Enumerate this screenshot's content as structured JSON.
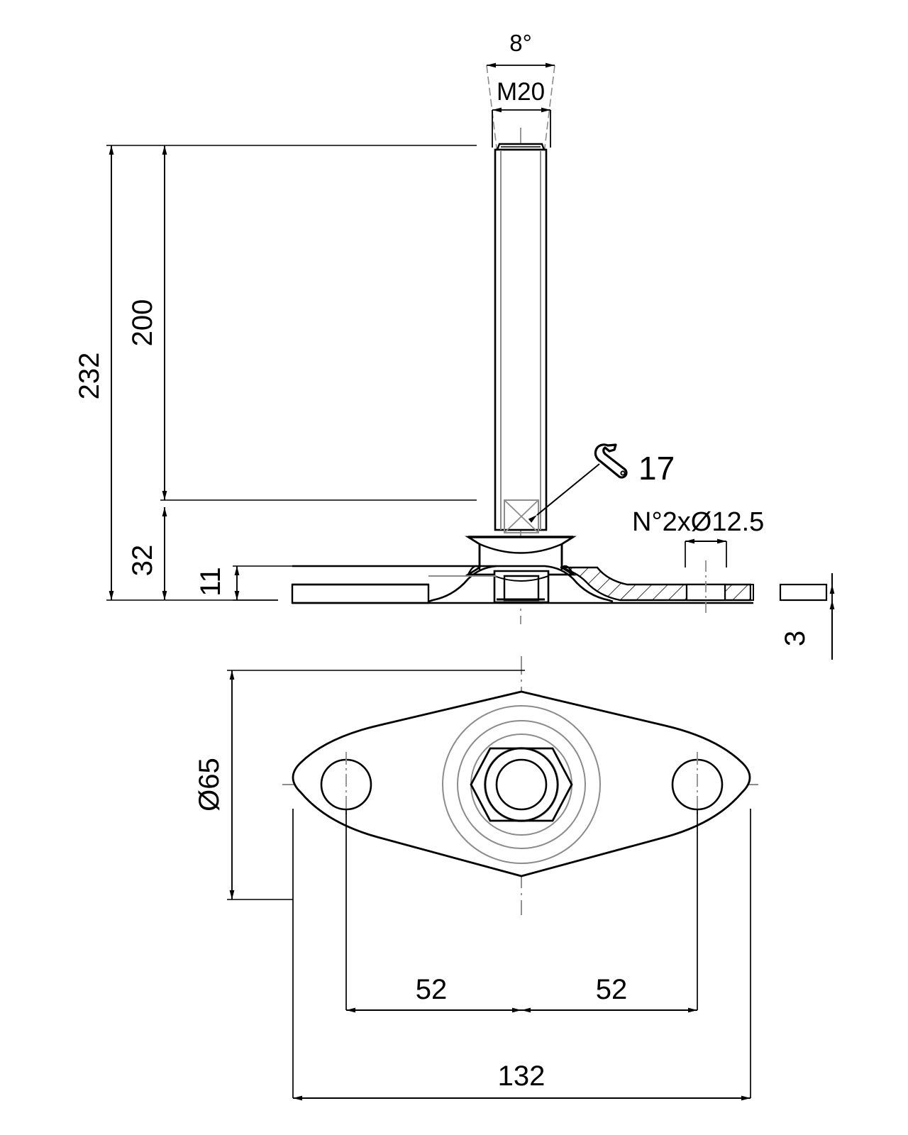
{
  "drawing": {
    "title": "Leveling foot / machine mount - technical drawing",
    "type": "mechanical-engineering-drawing",
    "views": [
      {
        "name": "front-elevation-section",
        "description": "Front sectional elevation of threaded leveling foot with hex nut and base plate"
      },
      {
        "name": "plan-view",
        "description": "Top plan view of lozenge shaped base plate with two mounting holes"
      }
    ]
  },
  "colors": {
    "outline": "#000000",
    "centerline": "#8c8c8c",
    "hidden": "#8c8c8c",
    "background": "#ffffff"
  },
  "dimensions": {
    "angle_taper": "8°",
    "thread": "M20",
    "overall_height": "232",
    "stud_length": "200",
    "base_height": "32",
    "pad_height": "11",
    "plate_thickness": "3",
    "pad_diameter": "Ø65",
    "hole_spacing_left": "52",
    "hole_spacing_right": "52",
    "overall_length": "132",
    "hole_callout": "N°2xØ12.5",
    "wrench_size": "17"
  },
  "annotations": {
    "wrench_icon": "wrench-icon",
    "wrench_label": "17",
    "hole_label": "N°2xØ12.5"
  }
}
